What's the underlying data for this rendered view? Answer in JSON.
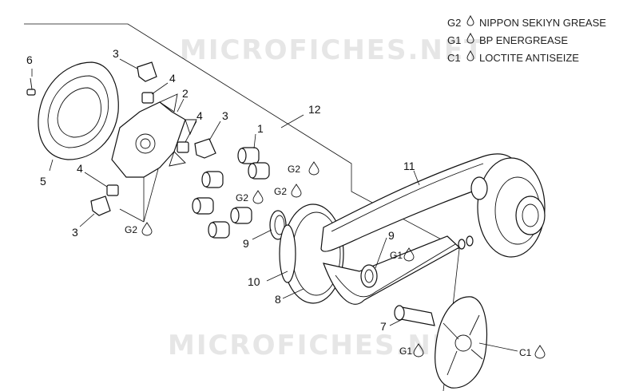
{
  "legend": [
    {
      "code": "G2",
      "drop_icon": "drop-icon",
      "text": "NIPPON SEKIYN GREASE"
    },
    {
      "code": "G1",
      "drop_icon": "drop-icon",
      "text": "BP ENERGREASE"
    },
    {
      "code": "C1",
      "drop_icon": "drop-icon",
      "text": "LOCTITE ANTISEIZE"
    }
  ],
  "watermark": "MICROFICHES.NET",
  "callouts": {
    "n1": "1",
    "n2": "2",
    "n3a": "3",
    "n3b": "3",
    "n3c": "3",
    "n4a": "4",
    "n4b": "4",
    "n4c": "4",
    "n5": "5",
    "n6": "6",
    "n7": "7",
    "n8": "8",
    "n9a": "9",
    "n9b": "9",
    "n10": "10",
    "n11": "11",
    "n12": "12"
  },
  "lube_marks": {
    "g2a": "G2",
    "g2b": "G2",
    "g2c": "G2",
    "g2d": "G2",
    "g1a": "G1",
    "g1b": "G1",
    "c1a": "C1"
  }
}
